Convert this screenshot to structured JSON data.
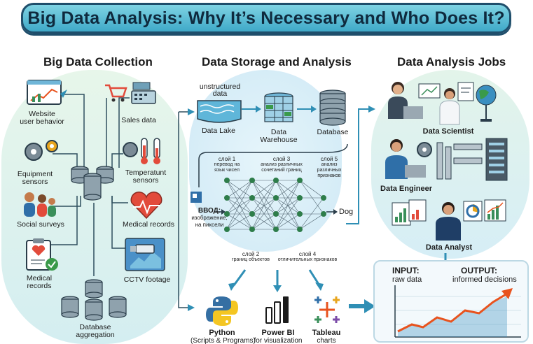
{
  "title": "Big Data Analysis: Why It’s Necessary and Who Does It?",
  "sections": {
    "collection": "Big Data Collection",
    "storage": "Data Storage and Analysis",
    "jobs": "Data Analysis Jobs"
  },
  "collection": {
    "website": [
      "Website",
      "user behavior"
    ],
    "sales": "Sales data",
    "equipment": [
      "Equipment",
      "sensors"
    ],
    "temperature": [
      "Temperatunt",
      "sensors"
    ],
    "social": "Social surveys",
    "medical_records_right": "Medical records",
    "medical_records_left": [
      "Medical",
      "records"
    ],
    "cctv": "CCTV footage",
    "aggregation": [
      "Database",
      "aggregation"
    ]
  },
  "storage": {
    "unstructured": [
      "unstructured",
      "data"
    ],
    "lake": "Data Lake",
    "warehouse": [
      "Data",
      "Warehouse"
    ],
    "database": "Database",
    "nn_input": [
      "ВВОД:",
      "изображение,",
      "на пиксели"
    ],
    "nn_output": "Dog",
    "layer1": [
      "слой 1",
      "перевод на",
      "язык чисел"
    ],
    "layer3": [
      "слой 3",
      "анализ различных",
      "сочетаний границ"
    ],
    "layer5": [
      "слой 5",
      "анализ",
      "различных",
      "признаков"
    ],
    "layer2": [
      "слой 2",
      "границ объектов"
    ],
    "layer4": [
      "слой 4",
      "отличительных признаков"
    ]
  },
  "tools": {
    "python": [
      "Python",
      "(Scripts & Programs)"
    ],
    "powerbi": [
      "Power BI",
      "for visualization"
    ],
    "tableau": [
      "Tableau",
      "charts"
    ]
  },
  "jobs": {
    "scientist": "Data Scientist",
    "engineer": "Data Engineer",
    "analyst": "Data Analyst"
  },
  "result": {
    "input_label": "INPUT:",
    "input_value": "raw data",
    "output_label": "OUTPUT:",
    "output_value": "informed decisions"
  },
  "colors": {
    "banner": "#3fa9c8",
    "arrow": "#2f8fb5",
    "storage_blue": "#5fb6d9",
    "alert_red": "#e24b3b",
    "chart_line": "#e8531e"
  }
}
